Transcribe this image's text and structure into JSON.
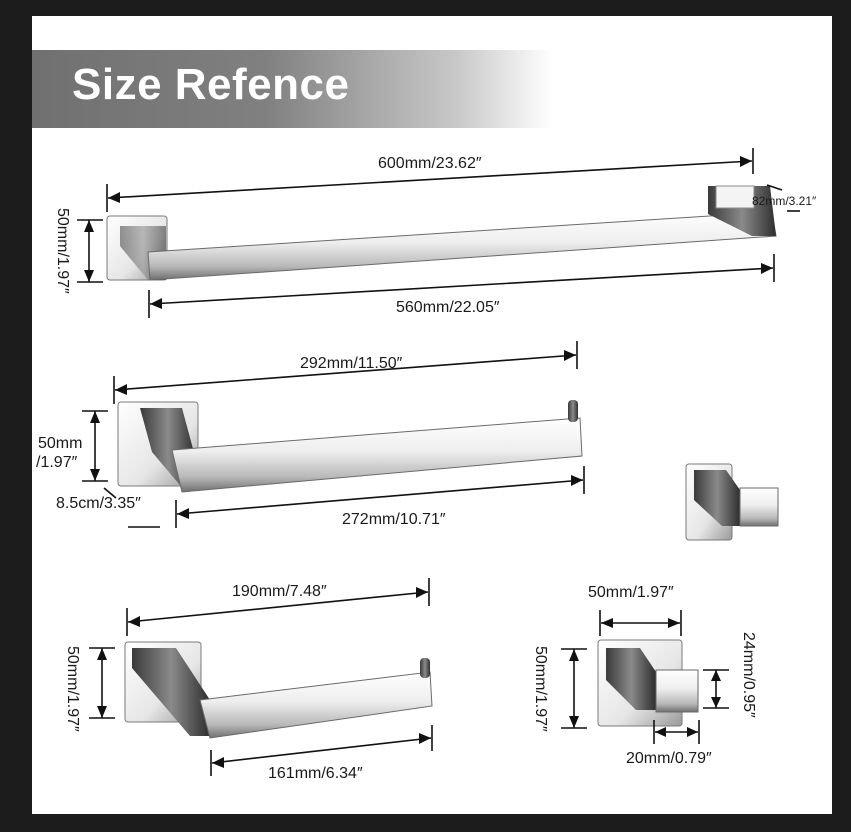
{
  "banner": {
    "title": "Size Refence"
  },
  "towel_bar_24": {
    "overall_length": "600mm/23.62″",
    "inner_length": "560mm/22.05″",
    "height": "50mm/1.97″",
    "projection": "82mm/3.21″"
  },
  "towel_bar_12": {
    "overall_length": "292mm/11.50″",
    "inner_length": "272mm/10.71″",
    "height_top": "50mm",
    "height_bottom": "/1.97″",
    "projection": "8.5cm/3.35″"
  },
  "paper_holder": {
    "overall_length": "190mm/7.48″",
    "inner_length": "161mm/6.34″",
    "height": "50mm/1.97″"
  },
  "robe_hook": {
    "width": "50mm/1.97″",
    "height": "50mm/1.97″",
    "hook_height": "24mm/0.95″",
    "hook_depth": "20mm/0.79″"
  }
}
